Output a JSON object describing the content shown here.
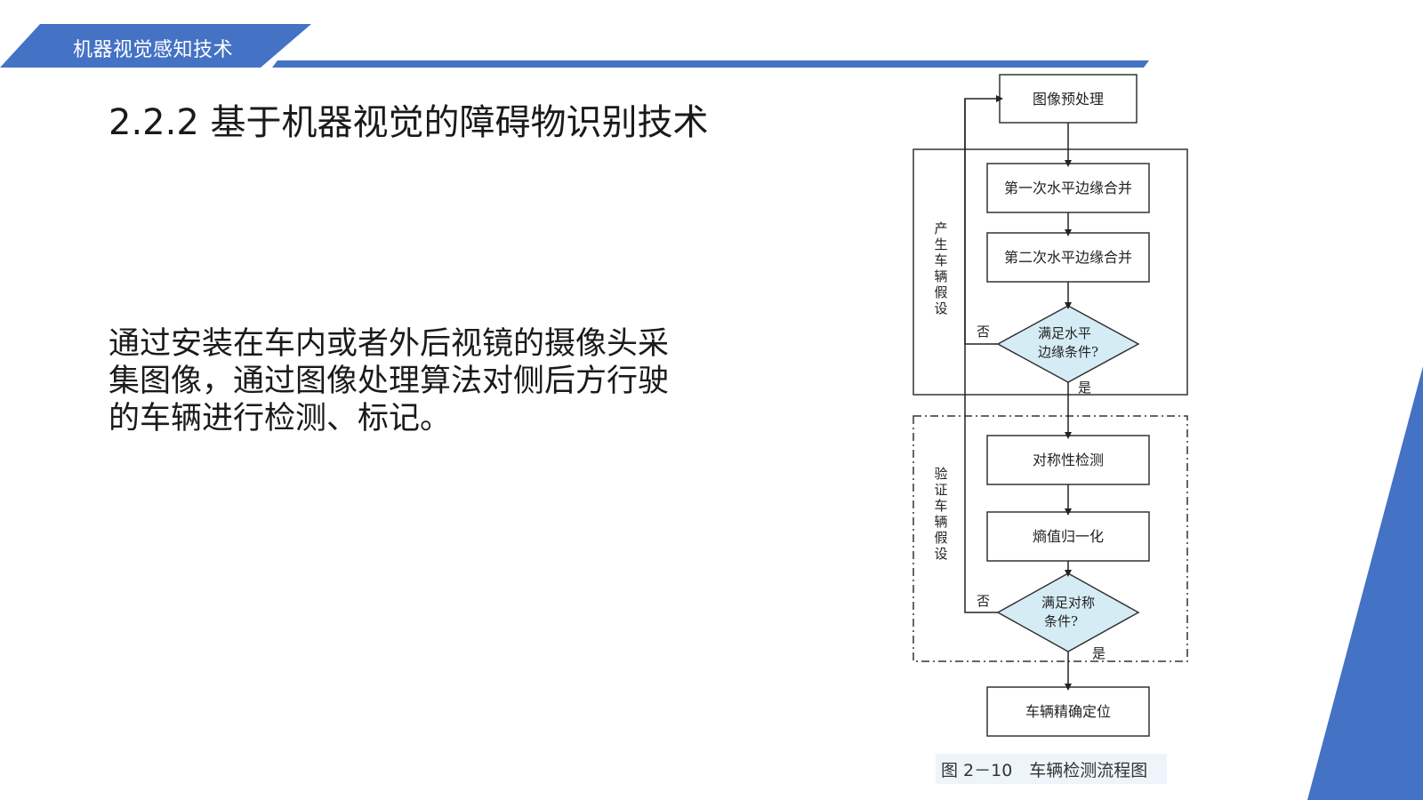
{
  "header": {
    "title": "机器视觉感知技术",
    "accent_color": "#4472c4"
  },
  "slide": {
    "title": "2.2.2 基于机器视觉的障碍物识别技术",
    "body_lines": [
      "通过安装在车内或者外后视镜的摄像头采",
      "集图像，通过图像处理算法对侧后方行驶",
      "的车辆进行检测、标记。"
    ]
  },
  "flowchart": {
    "nodes": {
      "preprocess": "图像预处理",
      "merge1": "第一次水平边缘合并",
      "merge2": "第二次水平边缘合并",
      "cond1_line1": "满足水平",
      "cond1_line2": "边缘条件?",
      "symmetry": "对称性检测",
      "entropy": "熵值归一化",
      "cond2_line1": "满足对称",
      "cond2_line2": "条件?",
      "locate": "车辆精确定位"
    },
    "labels": {
      "no1": "否",
      "yes1": "是",
      "no2": "否",
      "yes2": "是"
    },
    "groups": {
      "generate": [
        "产",
        "生",
        "车",
        "辆",
        "假",
        "设"
      ],
      "verify": [
        "验",
        "证",
        "车",
        "辆",
        "假",
        "设"
      ]
    },
    "caption": "图 2－10　车辆检测流程图",
    "diamond_fill": "#d6ecf5"
  }
}
